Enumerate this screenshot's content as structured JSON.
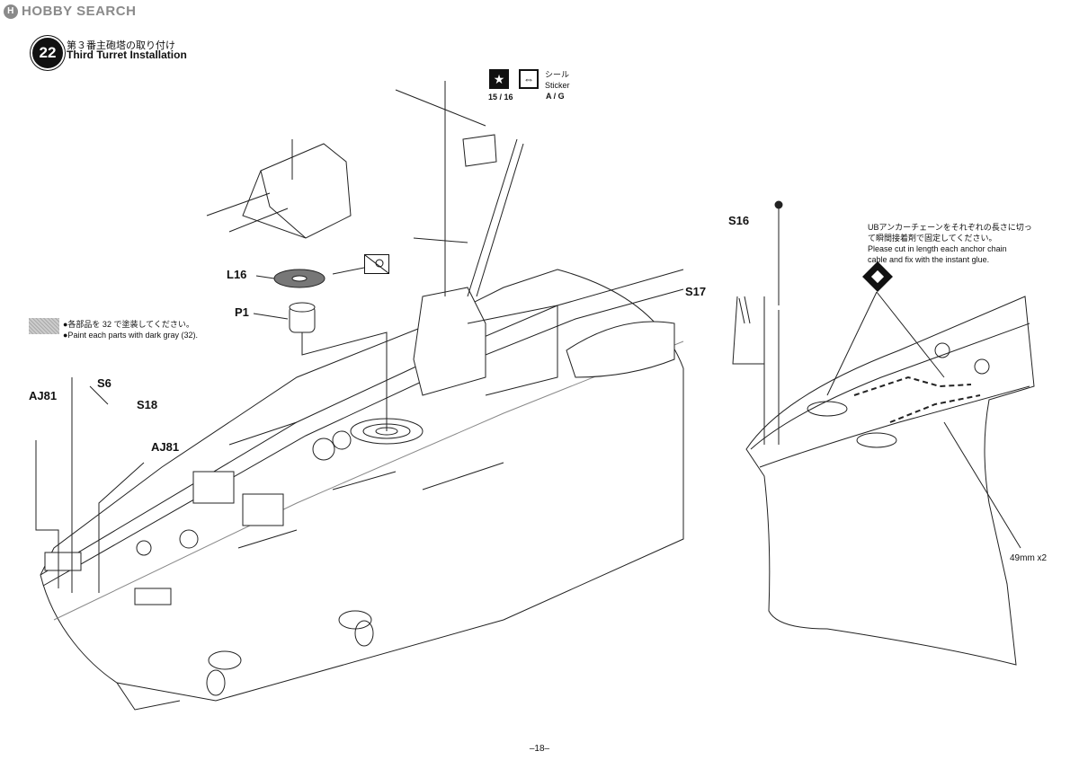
{
  "watermark": {
    "text": "HOBBY SEARCH"
  },
  "step": {
    "number": "22",
    "title_jp": "第３番主砲塔の取り付け",
    "title_en": "Third Turret Installation"
  },
  "sticker": {
    "label_jp": "シール",
    "label_en": "Sticker",
    "codes": "A / G",
    "numbers": "15 / 16"
  },
  "paint_note": {
    "jp": "●各部品を 32 で塗装してください。",
    "en": "●Paint each parts with dark gray (32)."
  },
  "anchor_note": {
    "jp": "UBアンカーチェーンをそれぞれの長さに切って瞬間接着剤で固定してください。",
    "en1": "Please cut in length each anchor chain",
    "en2": "cable and fix with the instant glue.",
    "measure": "49mm x2"
  },
  "parts": {
    "l16": "L16",
    "p1": "P1",
    "s6": "S6",
    "s18": "S18",
    "aj81_a": "AJ81",
    "aj81_b": "AJ81",
    "s16": "S16",
    "s17": "S17"
  },
  "page_number": "–18–"
}
